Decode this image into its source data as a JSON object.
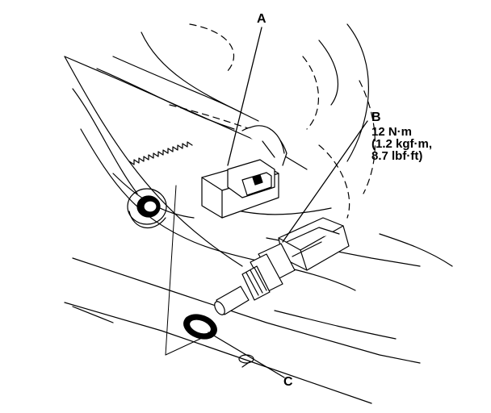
{
  "callouts": {
    "a": "A",
    "b": "B",
    "c": "C"
  },
  "torque_spec": {
    "line1": "12 N·m",
    "line2": "(1.2 kgf·m,",
    "line3": "8.7 lbf·ft)"
  },
  "colors": {
    "ink": "#000000",
    "background": "#ffffff"
  }
}
